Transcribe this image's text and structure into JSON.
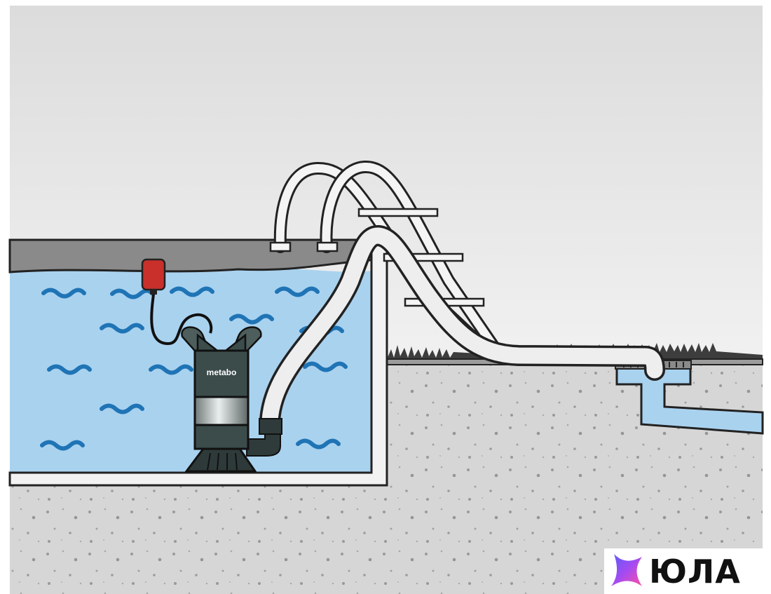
{
  "diagram": {
    "pump_brand": "metabo",
    "watermark": "ЮЛА"
  },
  "colors": {
    "sky": "#e6e6e6",
    "ground": "#d8d8d8",
    "water": "#a9d2ef",
    "wave": "#1f74b5",
    "pool_rim": "#8a8a8a",
    "pool_wall": "#f2f2f2",
    "pump_body": "#3b4c4a",
    "float_switch": "#c9302c",
    "hose": "#eeeeee",
    "drain_water": "#a9d2ef"
  },
  "icons": {
    "watermark_logo": "yula-star-logo"
  }
}
